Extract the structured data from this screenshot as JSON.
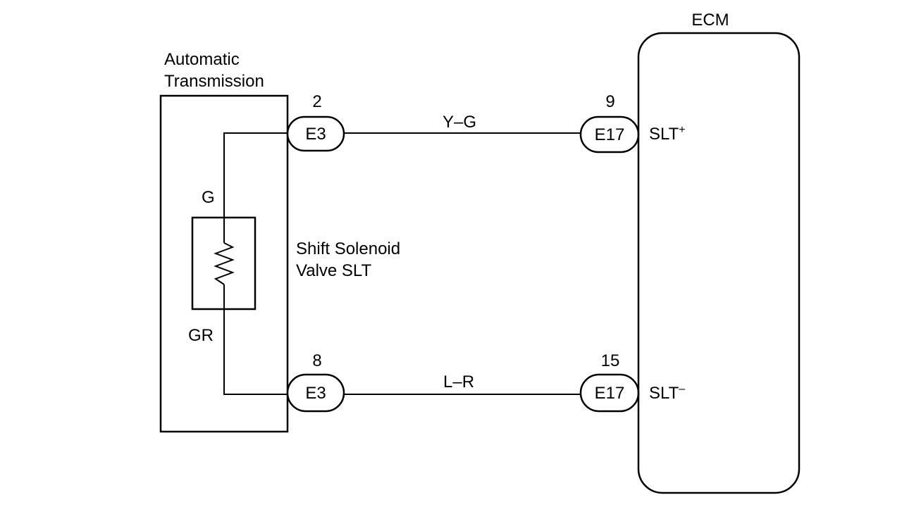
{
  "transmission": {
    "title_line1": "Automatic",
    "title_line2": "Transmission"
  },
  "ecm": {
    "title": "ECM",
    "terminal_top_base": "SLT",
    "terminal_top_sign": "+",
    "terminal_bottom_base": "SLT",
    "terminal_bottom_sign": "–"
  },
  "solenoid": {
    "label_line1": "Shift Solenoid",
    "label_line2": "Valve SLT",
    "wire_top_color": "G",
    "wire_bottom_color": "GR"
  },
  "connectors": {
    "top_left": {
      "name": "E3",
      "pin": "2"
    },
    "bottom_left": {
      "name": "E3",
      "pin": "8"
    },
    "top_right": {
      "name": "E17",
      "pin": "9"
    },
    "bottom_right": {
      "name": "E17",
      "pin": "15"
    }
  },
  "harness": {
    "top_wire_color": "Y–G",
    "bottom_wire_color": "L–R"
  }
}
